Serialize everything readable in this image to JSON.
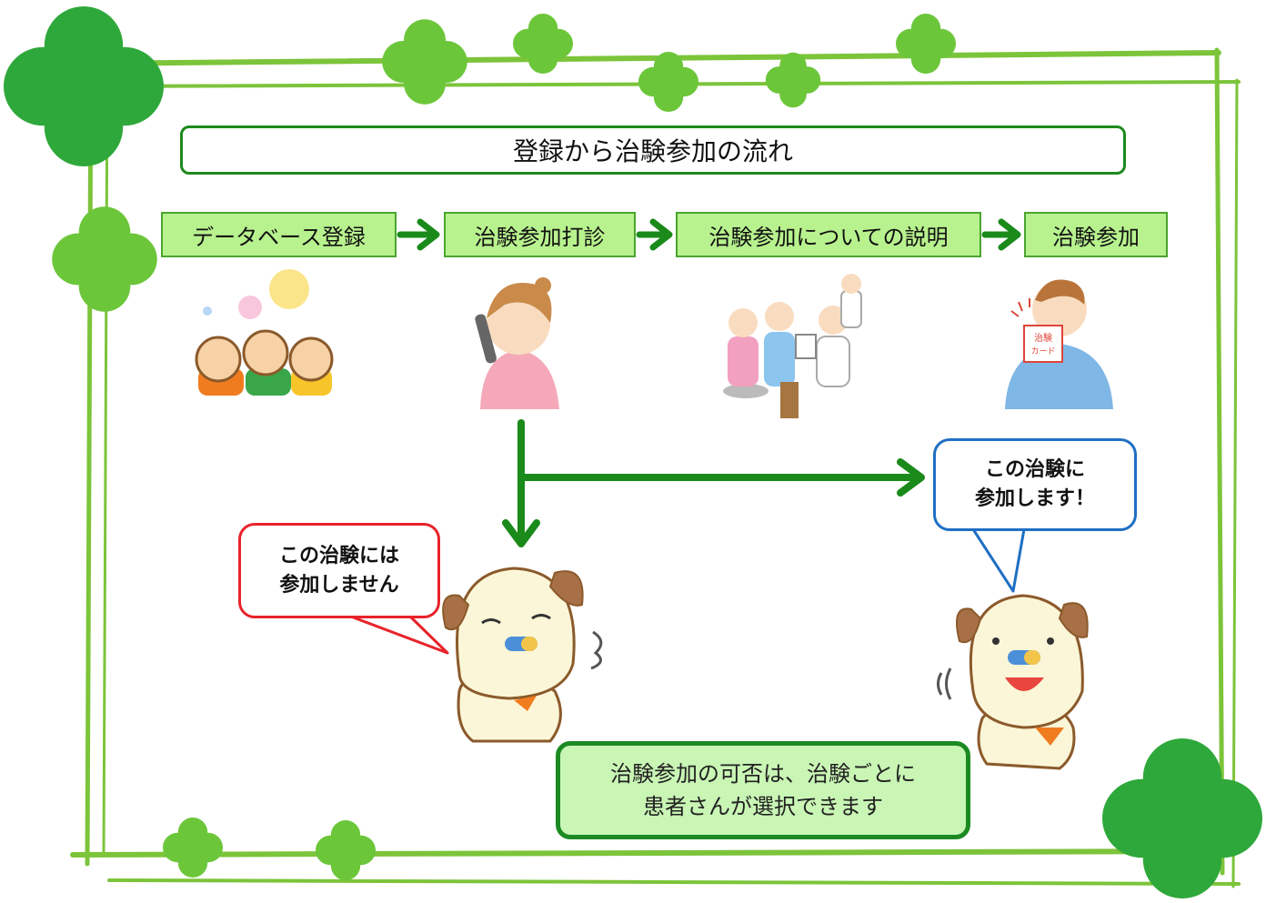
{
  "title": "登録から治験参加の流れ",
  "steps": [
    {
      "label": "データベース登録"
    },
    {
      "label": "治験参加打診"
    },
    {
      "label": "治験参加についての説明"
    },
    {
      "label": "治験参加"
    }
  ],
  "bubbles": {
    "decline": {
      "line1": "この治験には",
      "line2": "参加しません"
    },
    "accept": {
      "line1": "この治験に",
      "line2": "参加します！"
    }
  },
  "note": {
    "line1": "治験参加の可否は、治験ごとに",
    "line2": "患者さんが選択できます"
  },
  "illustrations": {
    "card_text_1": "治験",
    "card_text_2": "カード"
  },
  "colors": {
    "frame_green": "#7cc43a",
    "clover_green": "#2ea83a",
    "step_fill": "#b8f28e",
    "arrow_green": "#1a8a1a",
    "decline_border": "#e8232a",
    "accept_border": "#1f6fc4",
    "note_fill": "#c9f5b5"
  }
}
